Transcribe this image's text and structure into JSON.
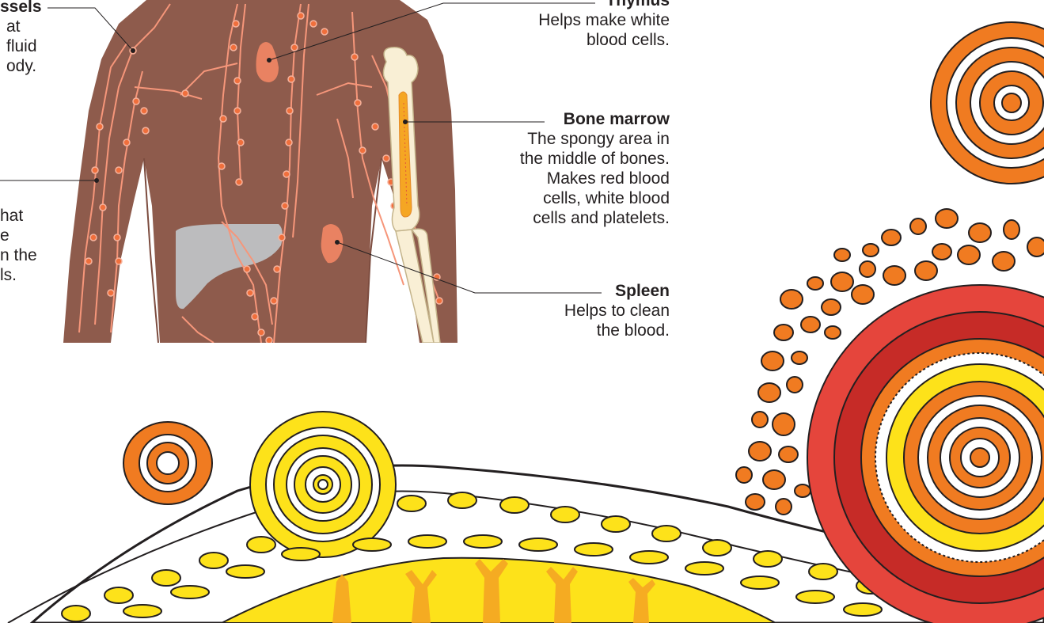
{
  "labels": {
    "vessels": {
      "title": "ssels",
      "text": "at\nfluid\nody."
    },
    "nodes": {
      "title": "",
      "text": "hat\ne\nn the\nls."
    },
    "thymus": {
      "title": "Thymus",
      "text": "Helps make white\nblood cells."
    },
    "marrow": {
      "title": "Bone marrow",
      "text": "The spongy area in\nthe middle of bones.\nMakes red blood\ncells, white blood\ncells and platelets."
    },
    "spleen": {
      "title": "Spleen",
      "text": "Helps to clean\nthe blood."
    }
  },
  "colors": {
    "skin": "#8e5b4c",
    "lymph": "#f6967a",
    "node": "#f06f3c",
    "organ": "#e98262",
    "liver": "#bcbcbe",
    "bone": "#f9efd5",
    "marrow": "#f5a623",
    "leader": "#231f20",
    "orange": "#f07b21",
    "yellow": "#fde21a",
    "red": "#e5453c",
    "darkred": "#c62b27"
  }
}
